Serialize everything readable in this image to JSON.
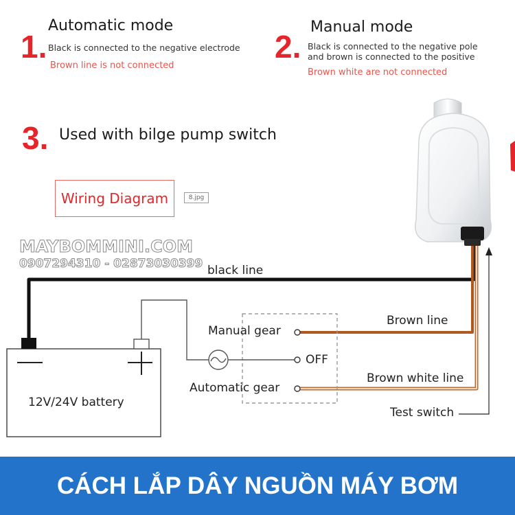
{
  "modes": [
    {
      "number": "1.",
      "title": "Automatic mode",
      "desc": "Black is connected to the negative electrode",
      "note": "Brown line is not connected"
    },
    {
      "number": "2.",
      "title": "Manual mode",
      "desc_line1": "Black is connected to the negative pole",
      "desc_line2": "and brown is connected to the positive",
      "note": "Brown white are not connected"
    },
    {
      "number": "3.",
      "title": "Used with bilge pump switch"
    }
  ],
  "wiring_diagram_label": "Wiring Diagram",
  "file_tag": "8.jpg",
  "watermark": {
    "site": "MAYBOMMINI.COM",
    "phones": "0907294310 - 02873030399"
  },
  "labels": {
    "black_line": "black line",
    "brown_line": "Brown line",
    "brown_white_line": "Brown white line",
    "manual_gear": "Manual gear",
    "off": "OFF",
    "automatic_gear": "Automatic gear",
    "battery": "12V/24V battery",
    "test_switch": "Test switch"
  },
  "banner_text": "CÁCH LẮP DÂY NGUỒN MÁY BƠM",
  "colors": {
    "accent_red": "#e4262b",
    "banner_blue": "#2273c9",
    "brown_wire": "#b2581f",
    "wire_black": "#111111"
  }
}
